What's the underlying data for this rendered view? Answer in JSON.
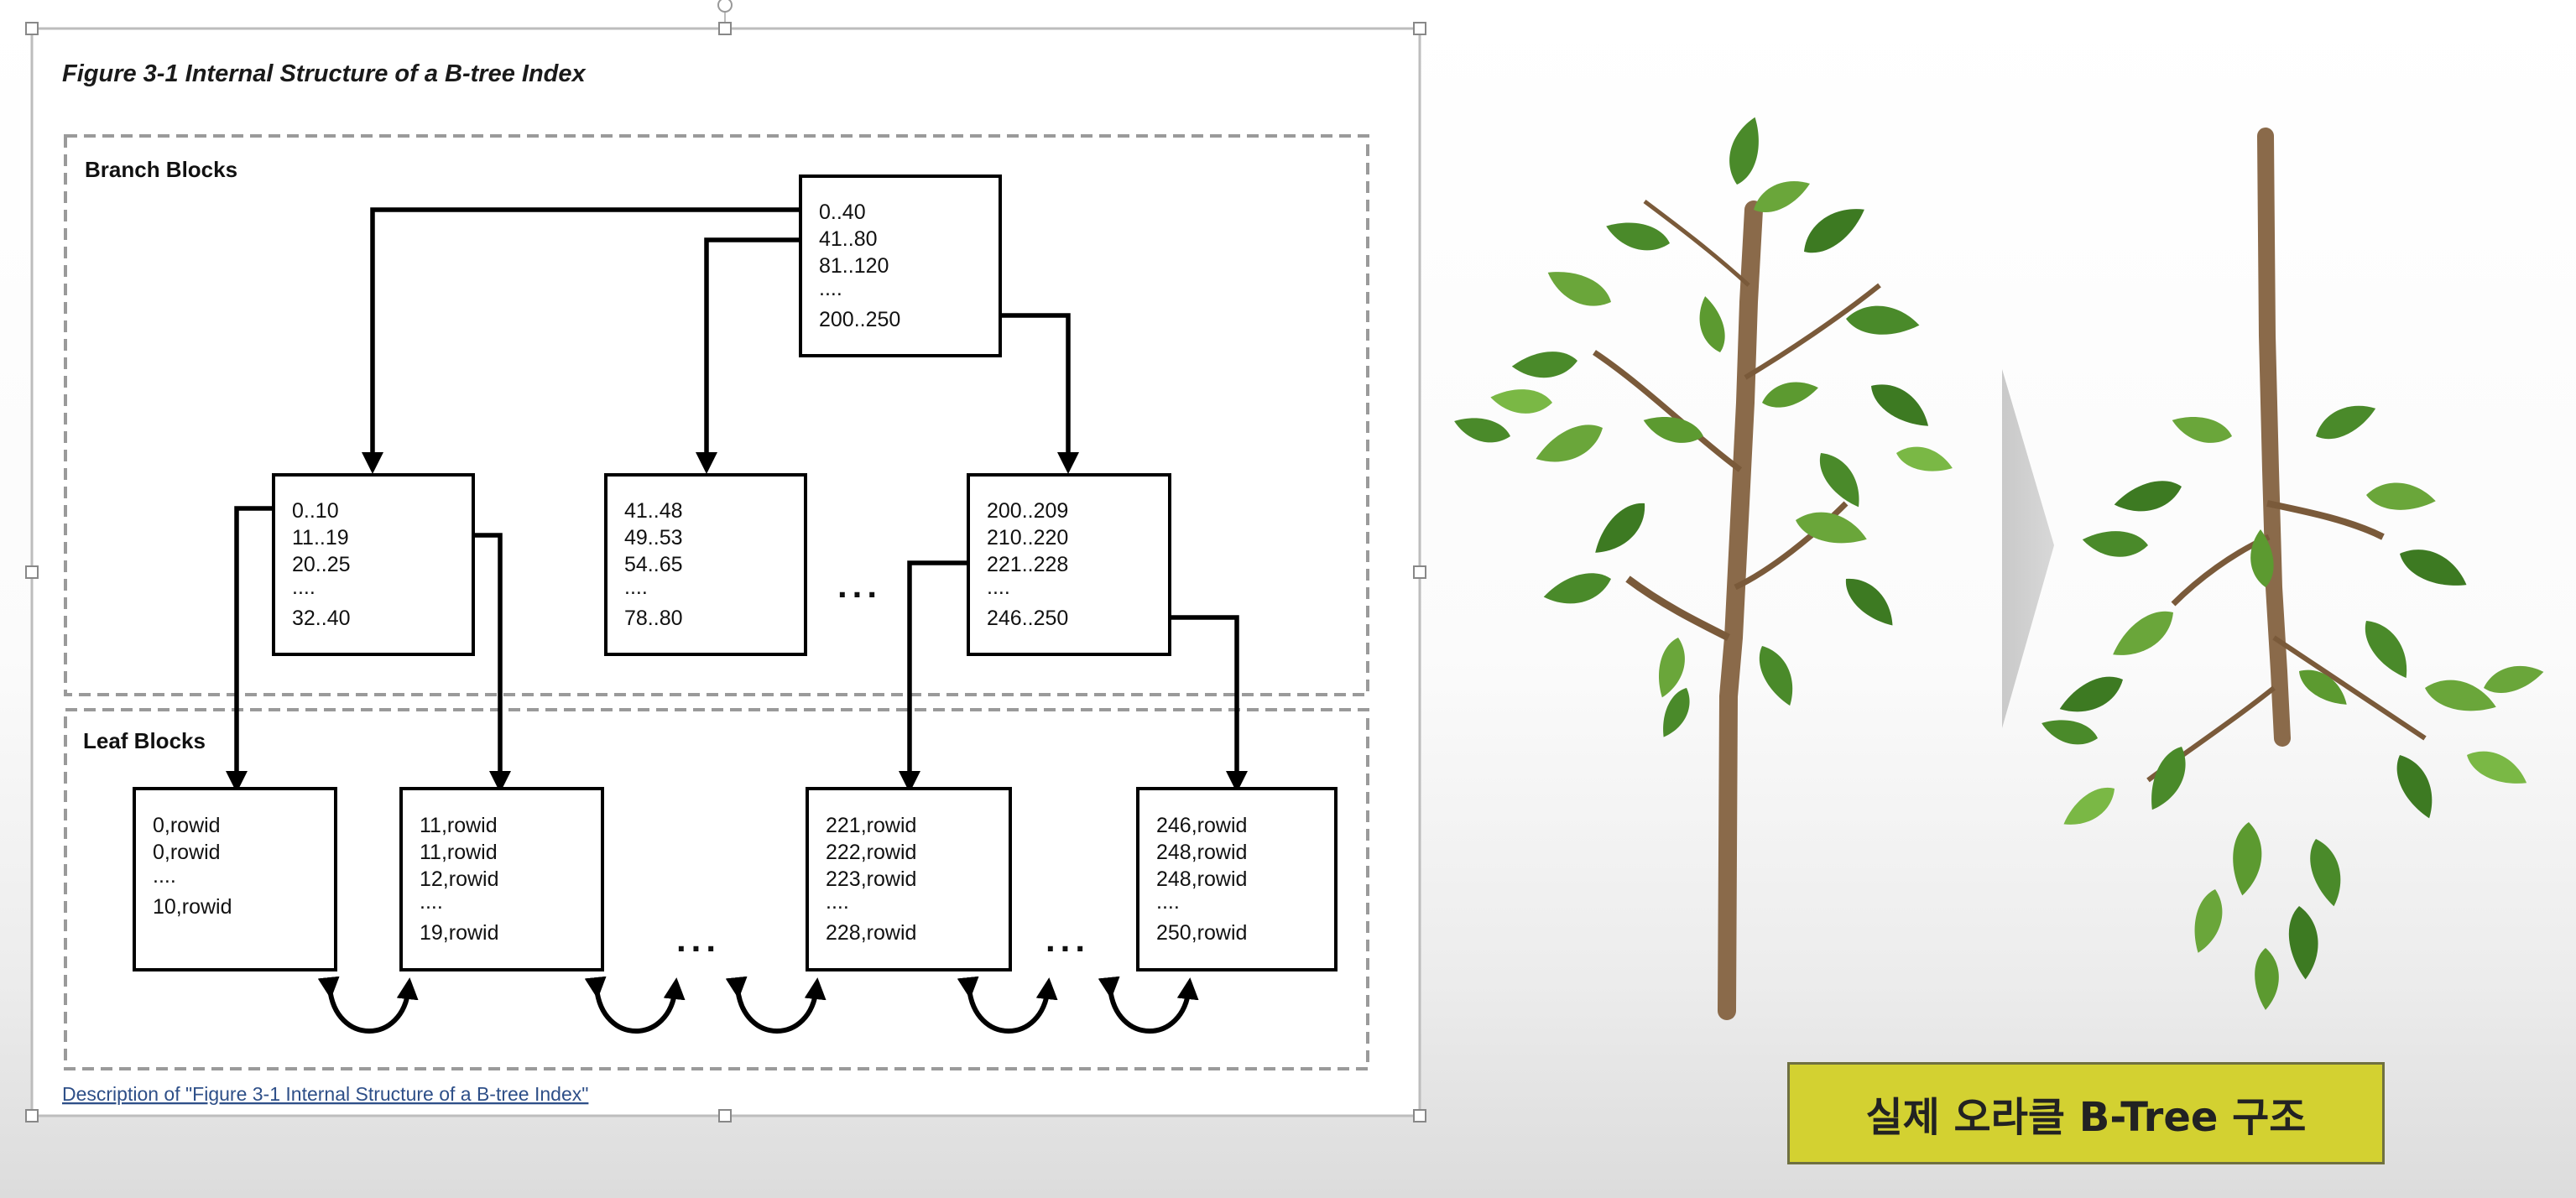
{
  "figure_title": "Figure 3-1 Internal Structure of a B-tree Index",
  "figure_description_link": "Description of \"Figure 3-1 Internal Structure of a B-tree Index\"",
  "sections": {
    "branch": "Branch Blocks",
    "leaf": "Leaf Blocks"
  },
  "root_block": [
    "0..40",
    "41..80",
    "81..120",
    "....",
    "200..250"
  ],
  "branch_blocks": [
    [
      "0..10",
      "11..19",
      "20..25",
      "....",
      "32..40"
    ],
    [
      "41..48",
      "49..53",
      "54..65",
      "....",
      "78..80"
    ],
    [
      "200..209",
      "210..220",
      "221..228",
      "....",
      "246..250"
    ]
  ],
  "leaf_blocks": [
    [
      "0,rowid",
      "0,rowid",
      "....",
      "10,rowid"
    ],
    [
      "11,rowid",
      "11,rowid",
      "12,rowid",
      "....",
      "19,rowid"
    ],
    [
      "221,rowid",
      "222,rowid",
      "223,rowid",
      "....",
      "228,rowid"
    ],
    [
      "246,rowid",
      "248,rowid",
      "248,rowid",
      "....",
      "250,rowid"
    ]
  ],
  "ellipsis": "...",
  "caption_korean": "실제 오라클 B-Tree 구조",
  "colors": {
    "caption_bg": "#d3d131",
    "link_text": "#2e4f88",
    "leaf_green": "#4a8a2a"
  },
  "icons": [
    "tree-photo-upright",
    "tree-photo-upside-down",
    "chevron-right-arrow"
  ]
}
